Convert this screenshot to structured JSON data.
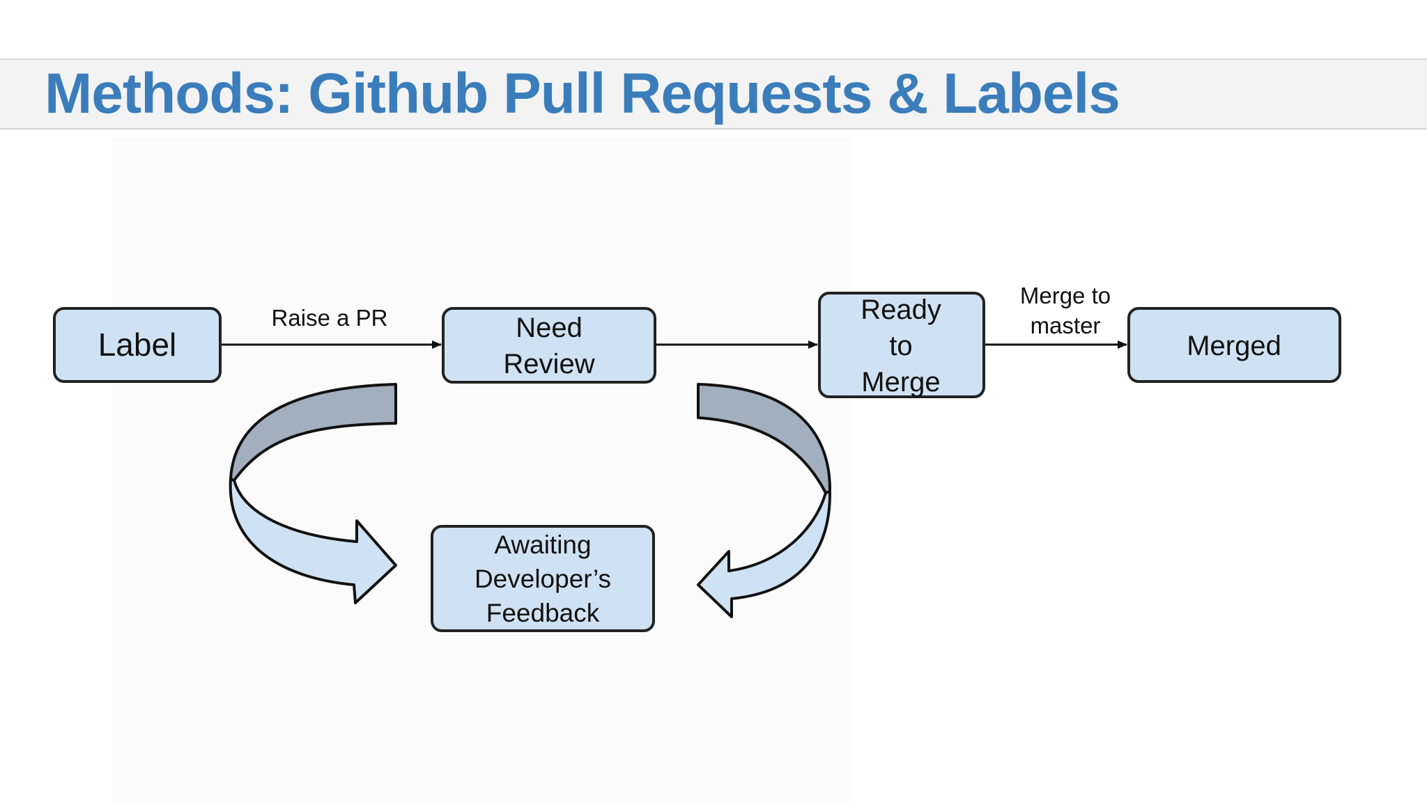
{
  "slide": {
    "title": "Methods: Github Pull Requests & Labels"
  },
  "diagram": {
    "nodes": {
      "label": "Label",
      "need_review": [
        "Need",
        "Review"
      ],
      "ready_to_merge": [
        "Ready",
        "to",
        "Merge"
      ],
      "merged": "Merged",
      "awaiting": [
        "Awaiting",
        "Developer’s",
        "Feedback"
      ]
    },
    "edges": {
      "raise_pr": "Raise a PR",
      "merge_to_master": [
        "Merge to",
        "master"
      ]
    },
    "colors": {
      "title": "#3b7dbb",
      "node_fill": "#cfe2f3",
      "node_stroke": "#222222",
      "curved_arrow_back": "#a2afbe",
      "curved_arrow_front": "#cfe2f3"
    }
  }
}
